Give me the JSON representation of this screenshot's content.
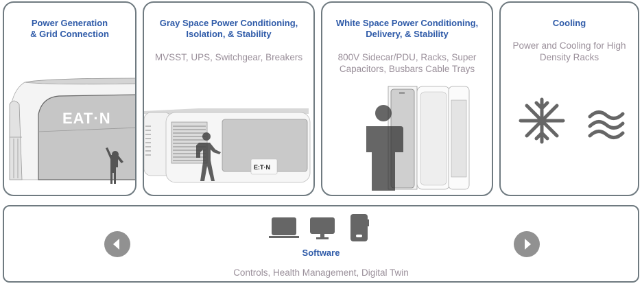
{
  "cards": [
    {
      "title_line1": "Power Generation",
      "title_line2": "& Grid Connection",
      "subtitle_line1": "",
      "subtitle_line2": "",
      "image": "power-generation-plant-with-eaton-logo-and-person",
      "logo_text": "EATON"
    },
    {
      "title_line1": "Gray  Space Power Conditioning,",
      "title_line2": "Isolation, & Stability",
      "subtitle_line1": "MVSST, UPS, Switchgear, Breakers",
      "subtitle_line2": "",
      "image": "ups-switchgear-units-with-walking-person",
      "logo_text": "EATON"
    },
    {
      "title_line1": "White Space Power Conditioning,",
      "title_line2": "Delivery, & Stability",
      "subtitle_line1": "800V Sidecar/PDU, Racks, Super",
      "subtitle_line2": "Capacitors, Busbars Cable Trays",
      "image": "server-racks-with-standing-person"
    },
    {
      "title_line1": "Cooling",
      "title_line2": "",
      "subtitle_line1": "Power and Cooling for High",
      "subtitle_line2": "Density Racks",
      "icons": [
        "snowflake-icon",
        "waves-icon"
      ]
    }
  ],
  "software": {
    "title": "Software",
    "subtitle": "Controls, Health Management, Digital Twin",
    "icons": [
      "laptop-icon",
      "monitor-icon",
      "mobile-icon"
    ],
    "prev_label": "previous",
    "next_label": "next"
  },
  "colors": {
    "title": "#2e5aa8",
    "subtitle": "#9a8f9a",
    "border": "#6f7a80",
    "icon": "#666666",
    "nav": "#919191"
  }
}
